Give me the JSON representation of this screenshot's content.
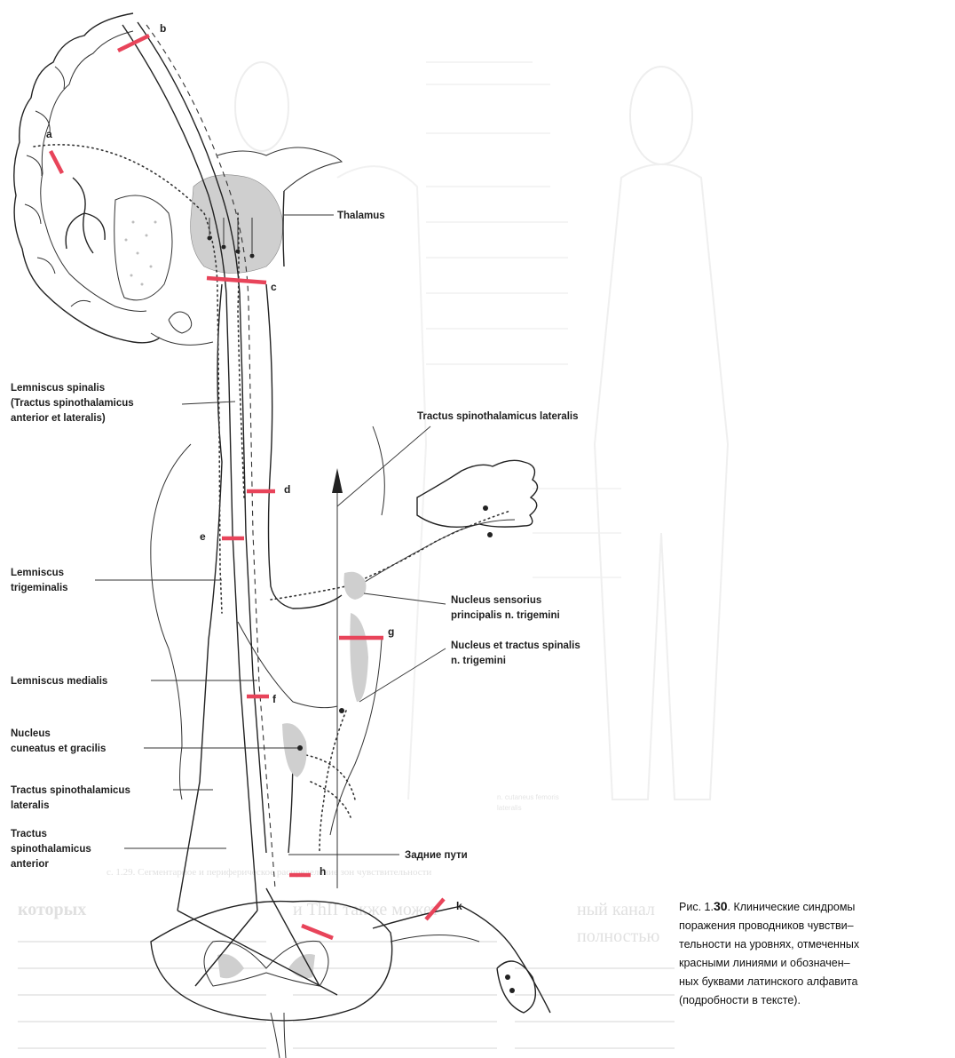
{
  "labels": {
    "thalamus": "Thalamus",
    "lemniscus_spinalis_1": "Lemniscus spinalis",
    "lemniscus_spinalis_2": "(Tractus spinothalamicus",
    "lemniscus_spinalis_3": "anterior et lateralis)",
    "tractus_spinothal_lat_top": "Tractus spinothalamicus lateralis",
    "lemniscus_trigeminalis_1": "Lemniscus",
    "lemniscus_trigeminalis_2": "trigeminalis",
    "nucleus_sensorius_1": "Nucleus sensorius",
    "nucleus_sensorius_2": "principalis n. trigemini",
    "nucleus_tractus_spinalis_1": "Nucleus et tractus spinalis",
    "nucleus_tractus_spinalis_2": "n. trigemini",
    "lemniscus_medialis": "Lemniscus medialis",
    "nucleus_cuneatus_1": "Nucleus",
    "nucleus_cuneatus_2": "cuneatus et gracilis",
    "tractus_spinothal_lat_1": "Tractus spinothalamicus",
    "tractus_spinothal_lat_2": "lateralis",
    "tractus_spinothal_ant_1": "Tractus",
    "tractus_spinothal_ant_2": "spinothalamicus",
    "tractus_spinothal_ant_3": "anterior",
    "zadnie_puti": "Задние пути"
  },
  "levels": {
    "a": "a",
    "b": "b",
    "c": "c",
    "d": "d",
    "e": "e",
    "f": "f",
    "g": "g",
    "h": "h",
    "k": "k"
  },
  "caption": {
    "prefix": "Рис. 1.",
    "number": "30",
    "line1_rest": ". Клинические синдромы",
    "line2": "поражения проводников чувстви–",
    "line3": "тельности на уровнях, отмеченных",
    "line4": "красными линиями и обозначен–",
    "line5": "ных буквами латинского алфавита",
    "line6": "(подробности в тексте)."
  },
  "bleed_through": {
    "bottom_caption": "с. 1.29. Сегментарное и периферическое распределение зон чувствительности",
    "col1_l1": "которых",
    "col1_l2": "и ТhII также может",
    "col2_l1": "ный канал",
    "col2_l2": "полностью",
    "small_right_1": "n. cutaneus femoris",
    "small_right_2": "lateralis"
  },
  "colors": {
    "lesion_marker": "#e8445a",
    "ink": "#222222",
    "nucleus_fill": "#cfcfcf",
    "bleed_text": "#c8c8c8"
  }
}
